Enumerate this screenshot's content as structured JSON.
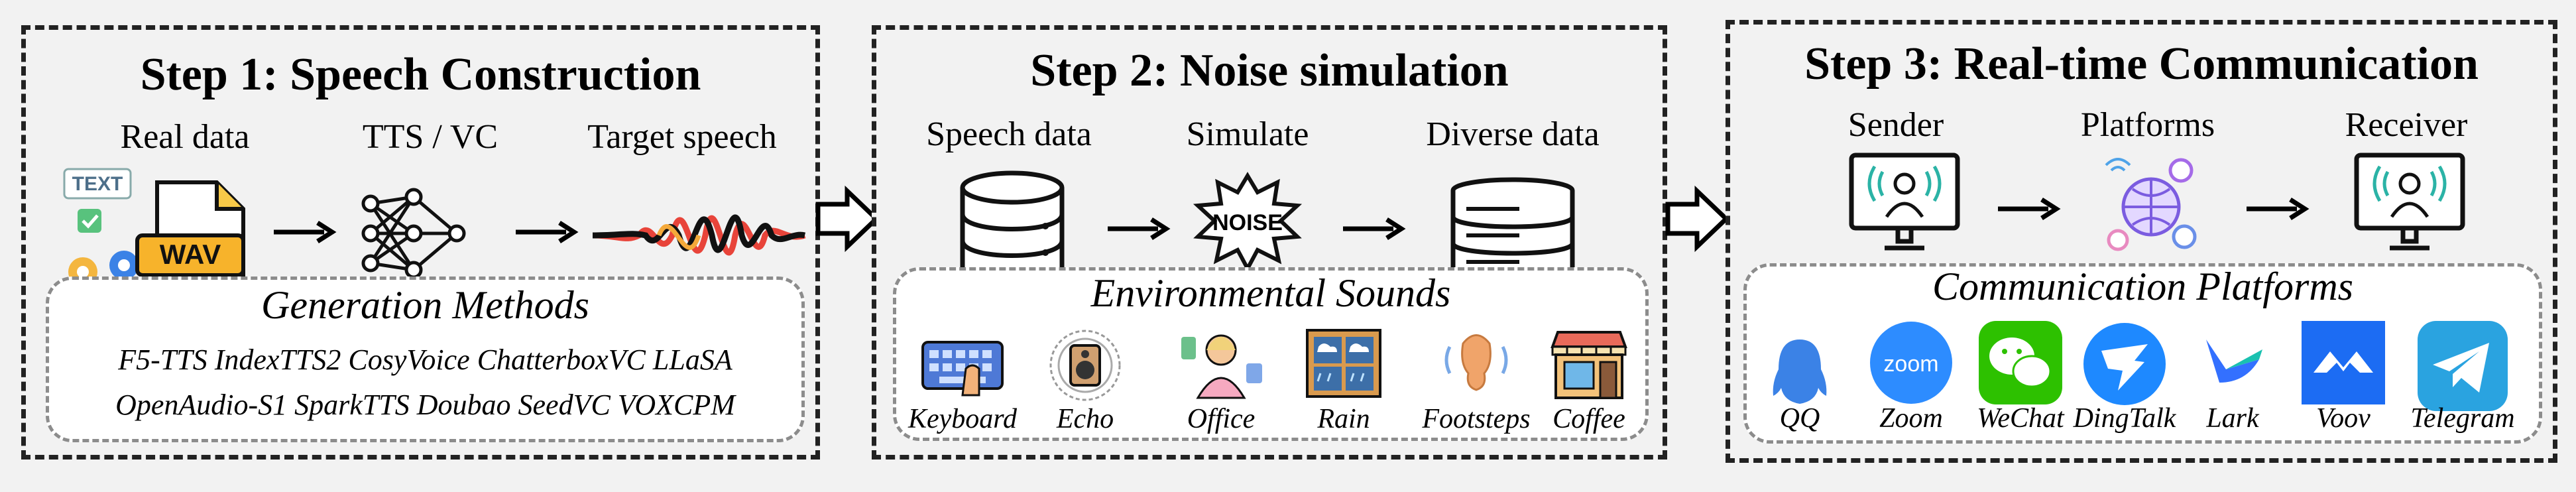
{
  "step1": {
    "title": "Step 1: Speech Construction",
    "labels": [
      "Real data",
      "TTS / VC",
      "Target speech"
    ],
    "icon_text": [
      "TEXT",
      "WAV"
    ],
    "methods_title": "Generation Methods",
    "methods_row1": "F5-TTS IndexTTS2 CosyVoice ChatterboxVC LLaSA",
    "methods_row2": "OpenAudio-S1 SparkTTS Doubao SeedVC VOXCPM"
  },
  "step2": {
    "title": "Step 2: Noise simulation",
    "labels": [
      "Speech data",
      "Simulate",
      "Diverse data"
    ],
    "noise_word": "NOISE",
    "sounds_title": "Environmental Sounds",
    "sounds": [
      "Keyboard",
      "Echo",
      "Office",
      "Rain",
      "Footsteps",
      "Coffee"
    ]
  },
  "step3": {
    "title": "Step 3: Real-time Communication",
    "labels": [
      "Sender",
      "Platforms",
      "Receiver"
    ],
    "platforms_title": "Communication Platforms",
    "platforms": [
      "QQ",
      "Zoom",
      "WeChat",
      "DingTalk",
      "Lark",
      "Voov",
      "Telegram"
    ],
    "zoom_logo_text": "zoom"
  },
  "colors": {
    "border": "#222222",
    "zoom": "#2d8cff",
    "wechat": "#2dc100",
    "dingtalk": "#1e89ff",
    "telegram": "#2aa3e0",
    "voov": "#1c6cf3"
  }
}
